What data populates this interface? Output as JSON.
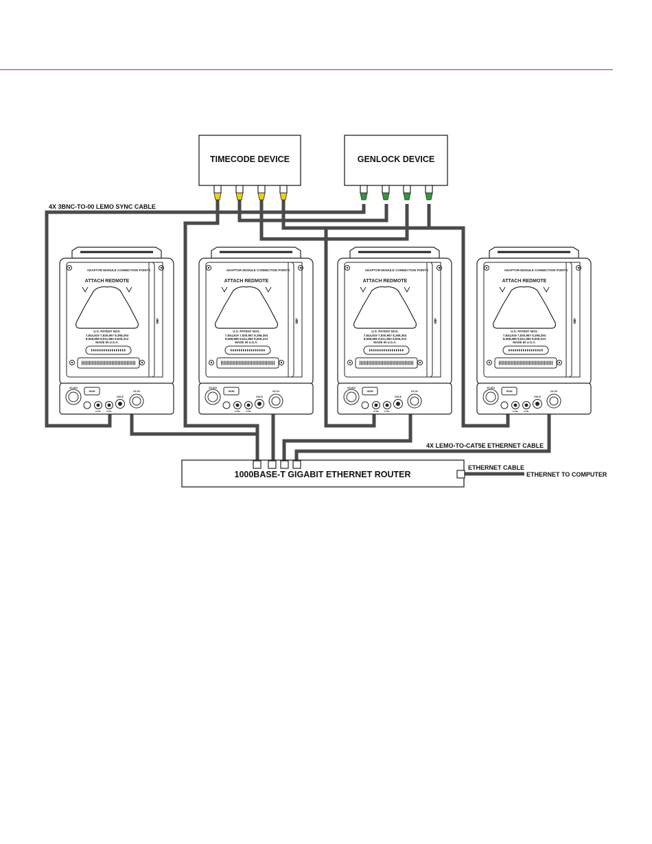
{
  "devices": {
    "timecode_label": "TIMECODE DEVICE",
    "genlock_label": "GENLOCK DEVICE",
    "router_label": "1000BASE-T GIGABIT ETHERNET ROUTER"
  },
  "cable_labels": {
    "sync_cable": "4X 3BNC-TO-00 LEMO SYNC CABLE",
    "ethernet_cat5e": "4X LEMO-TO-CAT5E ETHERNET CABLE",
    "ethernet_cable": "ETHERNET CABLE",
    "ethernet_to_computer": "ETHERNET TO COMPUTER"
  },
  "camera": {
    "connection_points": "ADAPTOR MODULE CONNECTION POINTS",
    "attach_redmote": "ATTACH REDMOTE",
    "patent_title": "U.S. PATENT NOS.",
    "patent_line1": "7,844,819  7,830,967  8,358,354",
    "patent_line2": "8,558,885  8,611,882  8,605,313",
    "made_in": "MADE IN U.S.A.",
    "port_3g_sdi": "3G-SDI",
    "port_hdmi": "HDMI",
    "port_sync": "SYNC",
    "port_ctrl": "CTRL",
    "port_gig_e": "GIG-E",
    "port_dc_in": "DC IN",
    "side_label": "I/O"
  },
  "colors": {
    "rule": "#a4332d",
    "cable": "#4a4a4a",
    "timecode_plug": "#f0d000",
    "genlock_plug": "#2e9a3e"
  }
}
